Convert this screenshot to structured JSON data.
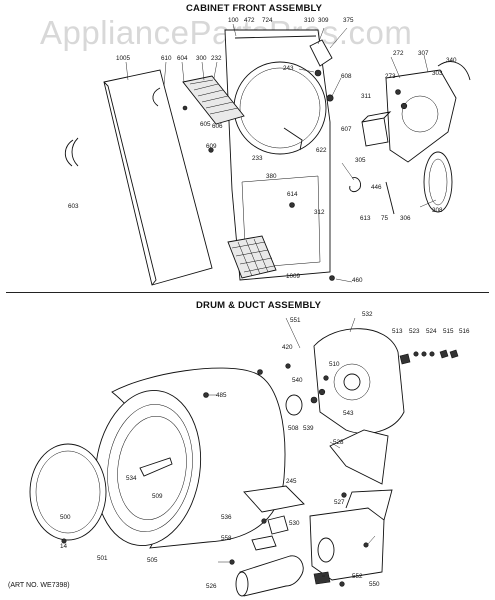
{
  "watermark": "AppliancePartsPros.com",
  "sections": {
    "cabinet": {
      "title": "CABINET FRONT ASSEMBLY"
    },
    "drum": {
      "title": "DRUM & DUCT ASSEMBLY"
    }
  },
  "art_number": "(ART NO. WE7398)",
  "cabinet_parts": [
    "1005",
    "610",
    "604",
    "300",
    "232",
    "100",
    "472",
    "724",
    "310",
    "309",
    "375",
    "243",
    "608",
    "272",
    "307",
    "303",
    "340",
    "311",
    "273",
    "605",
    "606",
    "609",
    "603",
    "233",
    "380",
    "622",
    "607",
    "305",
    "614",
    "312",
    "446",
    "613",
    "75",
    "306",
    "308",
    "1009",
    "460"
  ],
  "drum_parts": [
    "551",
    "532",
    "513",
    "523",
    "524",
    "515",
    "516",
    "420",
    "540",
    "510",
    "485",
    "508",
    "539",
    "543",
    "534",
    "509",
    "528",
    "245",
    "527",
    "536",
    "530",
    "500",
    "558",
    "14",
    "501",
    "505",
    "526",
    "552",
    "550"
  ]
}
